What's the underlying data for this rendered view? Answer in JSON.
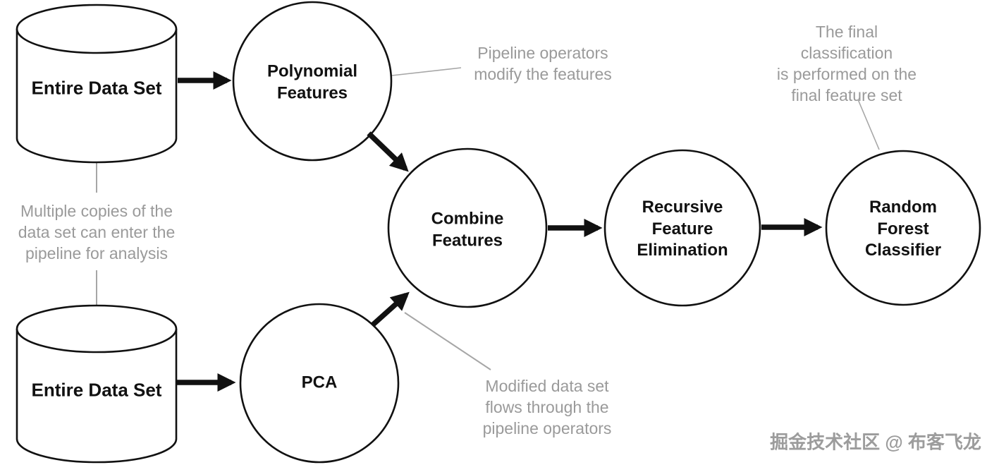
{
  "diagram": {
    "title_hint": "ML pipeline diagram",
    "colors": {
      "ink": "#111111",
      "annotation_gray": "#9a9a9a",
      "callout_line_gray": "#a6a6a6",
      "background": "#ffffff"
    },
    "nodes": {
      "dataset_top": {
        "label": "Entire Data Set",
        "shape": "database-cylinder"
      },
      "dataset_bottom": {
        "label": "Entire Data Set",
        "shape": "database-cylinder"
      },
      "polynomial": {
        "label": "Polynomial\nFeatures",
        "shape": "circle"
      },
      "pca": {
        "label": "PCA",
        "shape": "circle"
      },
      "combine": {
        "label": "Combine\nFeatures",
        "shape": "circle"
      },
      "rfe": {
        "label": "Recursive\nFeature\nElimination",
        "shape": "circle"
      },
      "rfc": {
        "label": "Random\nForest\nClassifier",
        "shape": "circle"
      }
    },
    "edges": [
      {
        "from": "dataset_top",
        "to": "polynomial"
      },
      {
        "from": "polynomial",
        "to": "combine"
      },
      {
        "from": "dataset_bottom",
        "to": "pca"
      },
      {
        "from": "pca",
        "to": "combine"
      },
      {
        "from": "combine",
        "to": "rfe"
      },
      {
        "from": "rfe",
        "to": "rfc"
      }
    ],
    "annotations": {
      "pipeline_operators": "Pipeline operators\nmodify the features",
      "multiple_copies": "Multiple copies of the\ndata set can enter the\npipeline for analysis",
      "final_classification": "The final classification\nis performed on the\nfinal feature set",
      "modified_data": "Modified data set\nflows through the\npipeline operators"
    },
    "watermark": "掘金技术社区 @ 布客飞龙"
  }
}
